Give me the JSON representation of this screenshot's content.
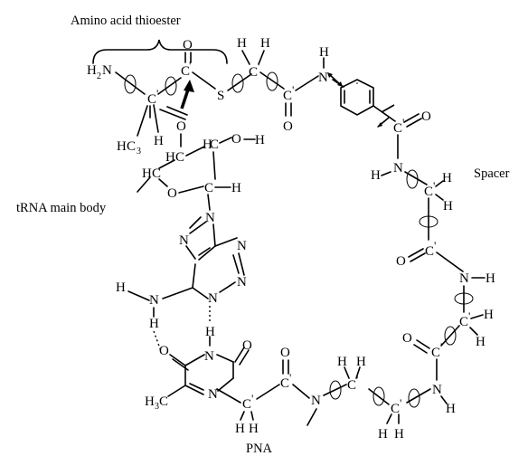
{
  "labels": {
    "amino_acid_thioester": "Amino acid thioester",
    "trna_main_body": "tRNA main body",
    "spacer": "Spacer",
    "pna": "PNA"
  },
  "atoms": {
    "N": "N",
    "H": "H",
    "O": "O",
    "C": "C",
    "S": "S",
    "H2N": "H",
    "H3C": "H",
    "two": "2",
    "three": "3",
    "prime": "'"
  }
}
